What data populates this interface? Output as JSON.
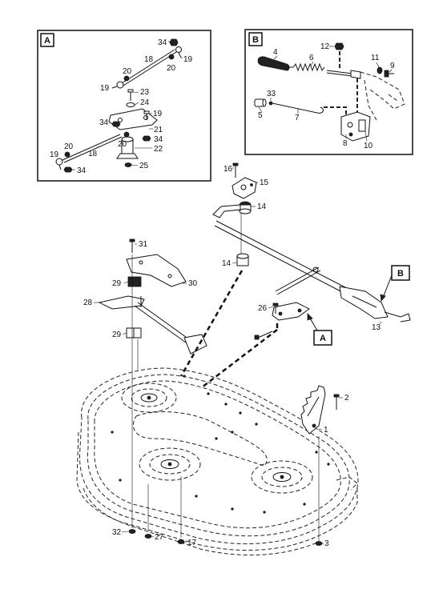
{
  "inset_a": {
    "tag": "A",
    "callouts": [
      "34",
      "18",
      "19",
      "20",
      "20",
      "19",
      "23",
      "24",
      "19",
      "34",
      "21",
      "34",
      "20",
      "22",
      "20",
      "19",
      "18",
      "34",
      "25"
    ]
  },
  "inset_b": {
    "tag": "B",
    "callouts": [
      "12",
      "4",
      "6",
      "11",
      "9",
      "33",
      "5",
      "7",
      "8",
      "10"
    ]
  },
  "main": {
    "callouts": [
      "16",
      "15",
      "14",
      "14",
      "31",
      "29",
      "30",
      "28",
      "29",
      "26",
      "13",
      "2",
      "1",
      "32",
      "27",
      "17",
      "3"
    ],
    "ref_tags": [
      "B",
      "A"
    ]
  }
}
